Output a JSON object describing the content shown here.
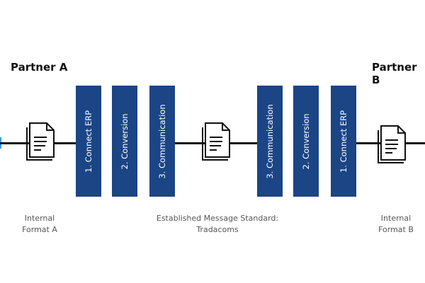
{
  "partner_a": {
    "title": "Partner A",
    "caption_line1": "Internal",
    "caption_line2": "Format A"
  },
  "partner_b": {
    "title": "Partner B",
    "caption_line1": "Internal",
    "caption_line2": "Format B"
  },
  "standard": {
    "caption_line1": "Established Message Standard:",
    "caption_line2": "Tradacoms"
  },
  "steps_a": [
    "1. Connect ERP",
    "2. Conversion",
    "3. Communication"
  ],
  "steps_b": [
    "3. Communication",
    "2. Conversion",
    "1. Connect ERP"
  ],
  "colors": {
    "bar": "#1b4585",
    "line": "#111111",
    "edge_marker": "#3aa0e0"
  }
}
